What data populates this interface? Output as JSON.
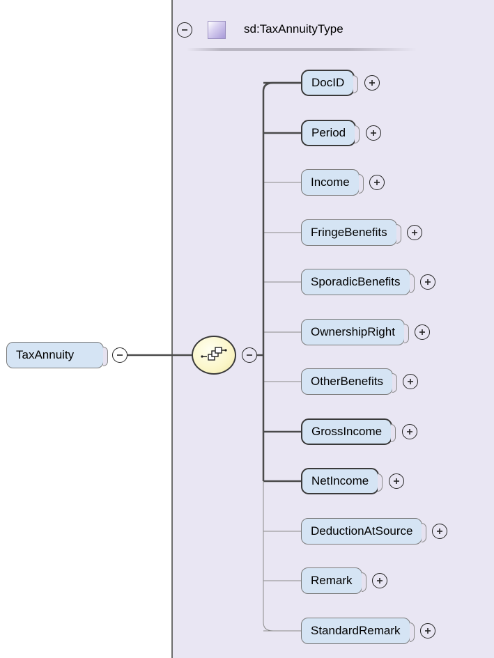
{
  "root_element": {
    "label": "TaxAnnuity",
    "icon": "collapse-minus-icon"
  },
  "type_panel": {
    "type_name": "sd:TaxAnnuityType",
    "icon": "collapse-minus-icon",
    "swatch_color": "#c8bfe8",
    "background": "#e9e6f3"
  },
  "compositor": {
    "kind": "sequence",
    "icon": "sequence-compositor-icon",
    "collapse_icon": "collapse-minus-icon"
  },
  "children": [
    {
      "label": "DocID",
      "mandatory": true,
      "expand_icon": "expand-plus-icon"
    },
    {
      "label": "Period",
      "mandatory": true,
      "expand_icon": "expand-plus-icon"
    },
    {
      "label": "Income",
      "mandatory": false,
      "expand_icon": "expand-plus-icon"
    },
    {
      "label": "FringeBenefits",
      "mandatory": false,
      "expand_icon": "expand-plus-icon"
    },
    {
      "label": "SporadicBenefits",
      "mandatory": false,
      "expand_icon": "expand-plus-icon"
    },
    {
      "label": "OwnershipRight",
      "mandatory": false,
      "expand_icon": "expand-plus-icon"
    },
    {
      "label": "OtherBenefits",
      "mandatory": false,
      "expand_icon": "expand-plus-icon"
    },
    {
      "label": "GrossIncome",
      "mandatory": true,
      "expand_icon": "expand-plus-icon"
    },
    {
      "label": "NetIncome",
      "mandatory": true,
      "expand_icon": "expand-plus-icon"
    },
    {
      "label": "DeductionAtSource",
      "mandatory": false,
      "expand_icon": "expand-plus-icon"
    },
    {
      "label": "Remark",
      "mandatory": false,
      "expand_icon": "expand-plus-icon"
    },
    {
      "label": "StandardRemark",
      "mandatory": false,
      "expand_icon": "expand-plus-icon"
    }
  ],
  "colors": {
    "node_fill": "#d5e4f4",
    "connector": "#4a4a4a",
    "compositor_fill": "#fbf6c8"
  }
}
